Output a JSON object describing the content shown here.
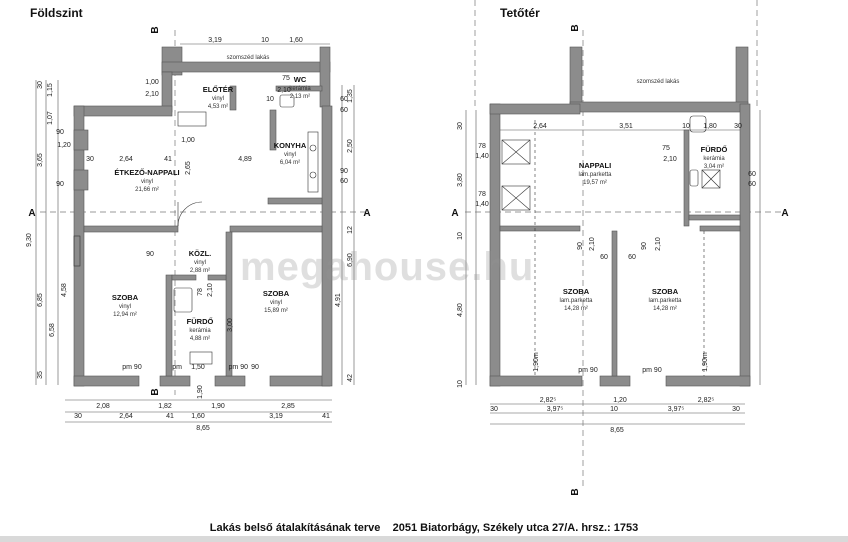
{
  "headings": {
    "ground_floor": "Földszint",
    "attic": "Tetőtér"
  },
  "watermark": "megahouse.hu",
  "caption": "Lakás belső átalakításának terve    2051 Biatorbágy, Székely utca 27/A. hrsz.: 1753",
  "neighbour_label": "szomszéd lakás",
  "section_marks": {
    "a": "A",
    "b": "B"
  },
  "ground_rooms": [
    {
      "id": "eloter",
      "name": "ELŐTÉR",
      "floor": "vinyl",
      "area": "4,53 m²"
    },
    {
      "id": "wc",
      "name": "WC",
      "floor": "kerámia",
      "area": "2,13 m²"
    },
    {
      "id": "konyha",
      "name": "KONYHA",
      "floor": "vinyl",
      "area": "6,04 m²"
    },
    {
      "id": "etkezo",
      "name": "ÉTKEZŐ-NAPPALI",
      "floor": "vinyl",
      "area": "21,66 m²"
    },
    {
      "id": "kozl",
      "name": "KÖZL.",
      "floor": "vinyl",
      "area": "2,88 m²"
    },
    {
      "id": "szoba1",
      "name": "SZOBA",
      "floor": "vinyl",
      "area": "12,94 m²"
    },
    {
      "id": "szoba2",
      "name": "SZOBA",
      "floor": "vinyl",
      "area": "15,89 m²"
    },
    {
      "id": "furdo",
      "name": "FÜRDŐ",
      "floor": "kerámia",
      "area": "4,88 m²"
    }
  ],
  "attic_rooms": [
    {
      "id": "nappali",
      "name": "NAPPALI",
      "floor": "lam.parketta",
      "area": "19,57 m²"
    },
    {
      "id": "furdo2",
      "name": "FÜRDŐ",
      "floor": "kerámia",
      "area": "3,04 m²"
    },
    {
      "id": "szoba3",
      "name": "SZOBA",
      "floor": "lam.parketta",
      "area": "14,28 m²"
    },
    {
      "id": "szoba4",
      "name": "SZOBA",
      "floor": "lam.parketta",
      "area": "14,28 m²"
    }
  ],
  "ground_dims": {
    "top": [
      "3,19",
      "10",
      "1,60"
    ],
    "bottom1": [
      "2,08",
      "1,82",
      "1,90",
      "2,85"
    ],
    "bottom2": [
      "30",
      "2,64",
      "41",
      "1,60",
      "3,19",
      "41"
    ],
    "total": "8,65",
    "left_outer": [
      "9,30"
    ],
    "left_inner": [
      "3,65",
      "6,85",
      "35"
    ],
    "left_top": [
      "30",
      "1,15",
      "1,07"
    ],
    "right": [
      "6,90",
      "4,91",
      "1,35",
      "2,50",
      "12",
      "42"
    ],
    "inner": [
      "1,00",
      "2,10",
      "75",
      "2,10",
      "1,20",
      "90",
      "90",
      "2,64",
      "41",
      "4,89",
      "2,65",
      "1,00",
      "30",
      "60",
      "60",
      "90",
      "60",
      "4,58",
      "6,58",
      "3,00",
      "78",
      "2,10",
      "90",
      "1,50",
      "90",
      "pm 90",
      "pm 90",
      "pm",
      "10",
      "1,90"
    ]
  },
  "attic_dims": {
    "top": [
      "2,64",
      "3,51",
      "10",
      "1,80",
      "30"
    ],
    "bottom1": [
      "2,82⁵",
      "1,20",
      "2,82⁵"
    ],
    "bottom2": [
      "30",
      "3,97⁵",
      "10",
      "3,97⁵",
      "30"
    ],
    "total": "8,65",
    "left": [
      "3,80",
      "4,80",
      "1,40",
      "1,40",
      "78",
      "78",
      "30",
      "10",
      "10"
    ],
    "inner": [
      "90",
      "2,10",
      "60",
      "60",
      "90",
      "2,10",
      "75",
      "2,10",
      "60",
      "60",
      "1,90m",
      "1,90m",
      "pm 90",
      "pm 90"
    ]
  }
}
